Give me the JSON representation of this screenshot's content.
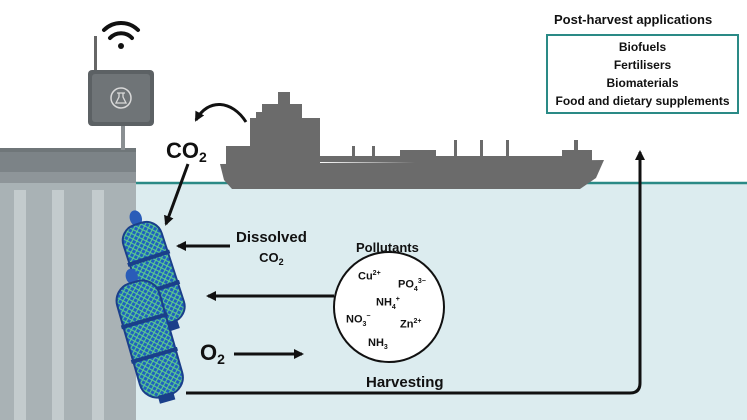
{
  "post_harvest": {
    "title": "Post-harvest applications",
    "items": [
      "Biofuels",
      "Fertilisers",
      "Biomaterials",
      "Food and dietary supplements"
    ]
  },
  "labels": {
    "co2": "CO",
    "co2_sub": "2",
    "dissolved_line1": "Dissolved",
    "dissolved_line2": "CO",
    "dissolved_sub": "2",
    "o2": "O",
    "o2_sub": "2",
    "harvesting": "Harvesting"
  },
  "pollutants": {
    "title": "Pollutants",
    "cu": {
      "base": "Cu",
      "sup": "2+"
    },
    "po4": {
      "base": "PO",
      "sub": "4",
      "sup": "3−"
    },
    "nh4": {
      "base": "NH",
      "sub": "4",
      "sup": "+"
    },
    "no3": {
      "base": "NO",
      "sub": "3",
      "sup": "−"
    },
    "zn": {
      "base": "Zn",
      "sup": "2+"
    },
    "nh3": {
      "base": "NH",
      "sub": "3"
    }
  },
  "colors": {
    "water": "#dcecef",
    "waterline": "#2a8a86",
    "ship": "#6b6b6b",
    "pier": "#9da3a6",
    "bioreactor": "#2a5cb8",
    "accent": "#2a8a86"
  },
  "icons": [
    "wifi-icon",
    "sensor-device-icon",
    "ship-icon",
    "bioreactor-icon"
  ]
}
